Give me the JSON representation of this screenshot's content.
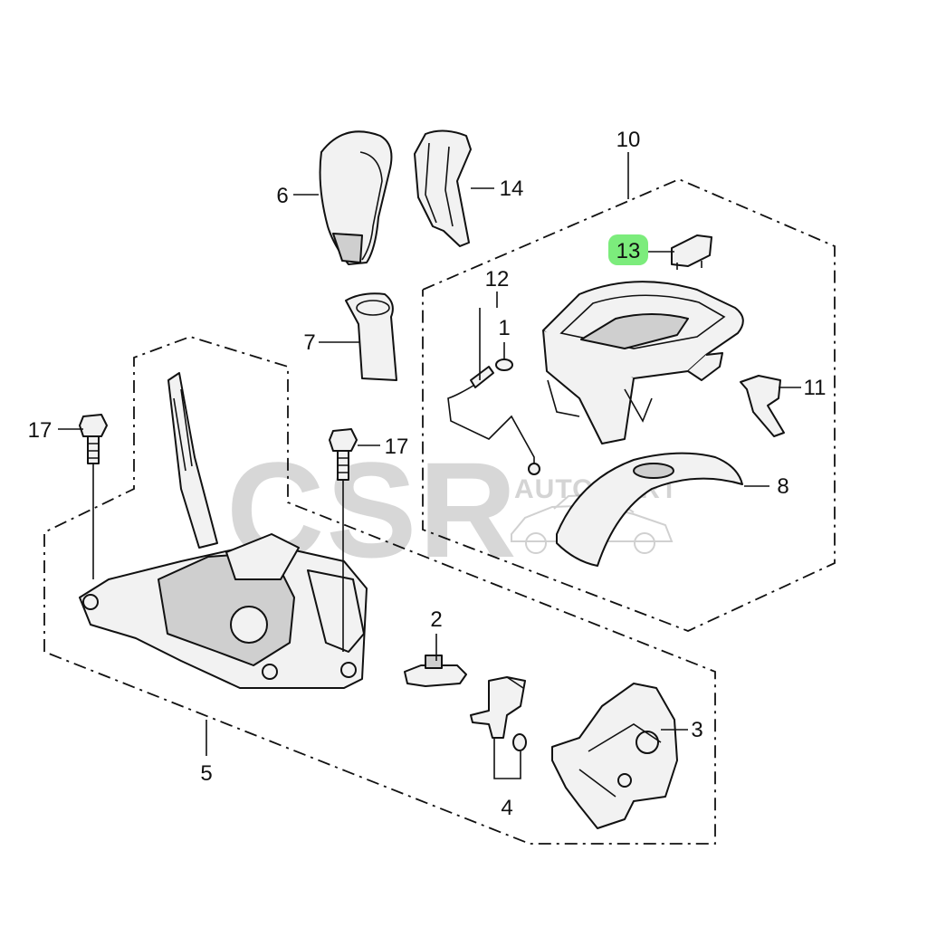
{
  "diagram": {
    "callouts": {
      "c1": "1",
      "c2": "2",
      "c3": "3",
      "c4": "4",
      "c5": "5",
      "c6": "6",
      "c7": "7",
      "c8": "8",
      "c10": "10",
      "c11": "11",
      "c12": "12",
      "c13": "13",
      "c14": "14",
      "c17a": "17",
      "c17b": "17"
    },
    "highlighted_callout": "13",
    "highlight_color": "#7cec7c"
  },
  "watermark": {
    "brand": "CSR",
    "subtitle": "AUTO PART"
  }
}
